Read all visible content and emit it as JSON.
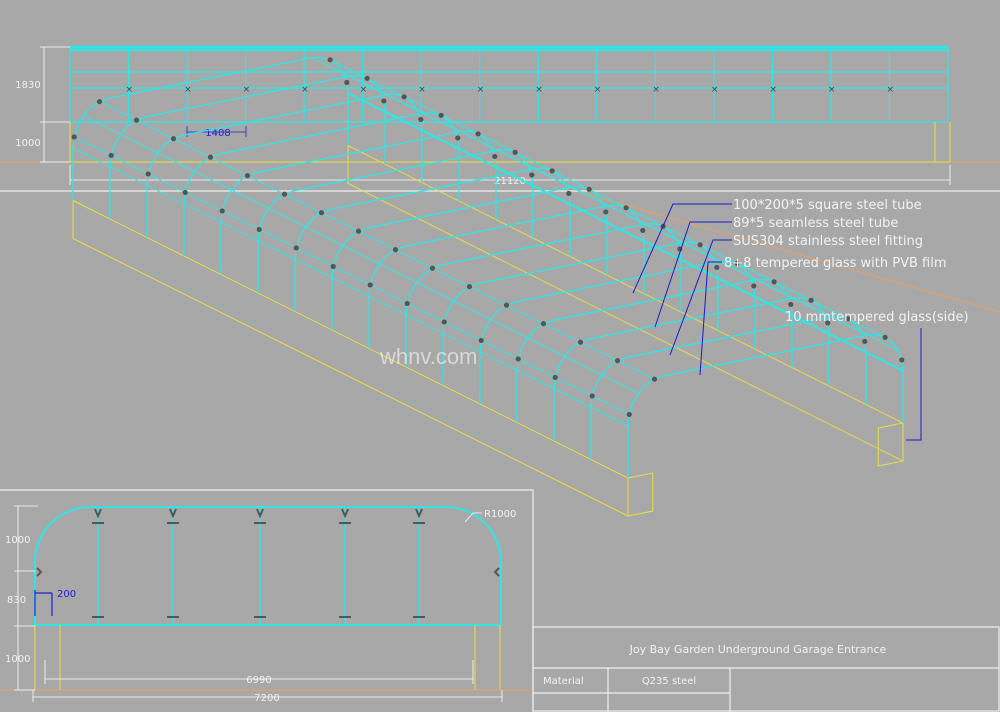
{
  "elevation": {
    "dim_height_upper": "1830",
    "dim_height_lower": "1000",
    "dim_bay": "1408",
    "dim_total_length": "21120",
    "bays": 15
  },
  "callouts": [
    "100*200*5 square steel tube",
    "89*5 seamless steel tube",
    "SUS304 stainless steel fitting",
    "8+8 tempered glass with PVB film",
    "10 mmtempered glass(side)"
  ],
  "watermark": "whnv.com",
  "section": {
    "dim_radius": "R1000",
    "dim_arc_height": "1000",
    "dim_wall_height": "830",
    "dim_base_height": "1000",
    "dim_offset": "200",
    "dim_inner_width": "6990",
    "dim_outer_width": "7200"
  },
  "title_block": {
    "project": "Joy Bay Garden Underground Garage Entrance",
    "material_label": "Material",
    "material_value": "Q235 steel"
  },
  "colors": {
    "frame": "#2ee6e6",
    "base": "#e8e040",
    "dim": "#ffffff",
    "leader": "#1a1ac8",
    "grid": "#e8a060"
  }
}
